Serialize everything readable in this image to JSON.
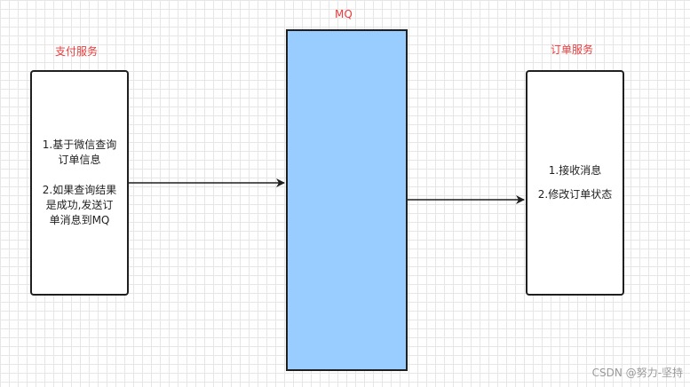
{
  "labels": {
    "payment": "支付服务",
    "mq": "MQ",
    "order": "订单服务"
  },
  "payment_box": {
    "lines1": [
      "1.基于微信查询",
      "订单信息"
    ],
    "lines2": [
      "2.如果查询结果",
      "是成功,发送订",
      "单消息到MQ"
    ]
  },
  "order_box": {
    "line1": "1.接收消息",
    "line2": "2.修改订单状态"
  },
  "watermark": "CSDN @努力-坚持",
  "colors": {
    "label_text": "#ea3b3b",
    "mq_fill": "#99ccff",
    "stroke": "#1f1f1f"
  }
}
